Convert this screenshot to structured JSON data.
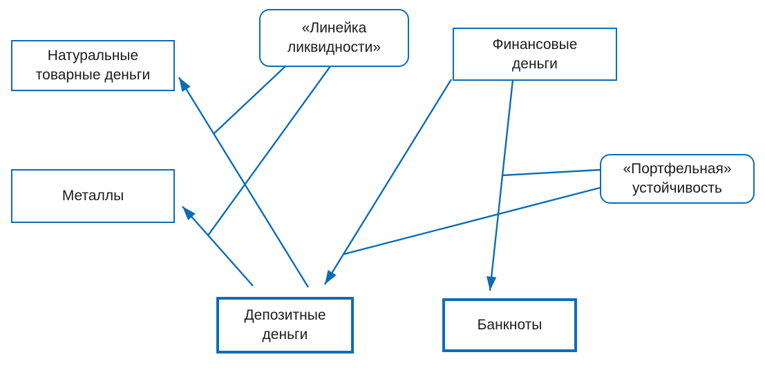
{
  "diagram": {
    "title": "",
    "nodes": {
      "natural": {
        "id": "natural-commodity-money",
        "label": "Натуральные\nтоварные деньги",
        "shape": "rectangle",
        "border": "thin"
      },
      "metals": {
        "id": "metals",
        "label": "Металлы",
        "shape": "rectangle",
        "border": "thin"
      },
      "liquidity": {
        "id": "liquidity-line",
        "label": "«Линейка\nликвидности»",
        "shape": "rounded",
        "border": "thin"
      },
      "financial": {
        "id": "financial-money",
        "label": "Финансовые\nденьги",
        "shape": "rectangle",
        "border": "thin"
      },
      "portfolio": {
        "id": "portfolio-stability",
        "label": "«Портфельная»\nустойчивость",
        "shape": "rounded",
        "border": "thin"
      },
      "deposit": {
        "id": "deposit-money",
        "label": "Депозитные\nденьги",
        "shape": "rectangle",
        "border": "thick"
      },
      "banknotes": {
        "id": "banknotes",
        "label": "Банкноты",
        "shape": "rectangle",
        "border": "thick"
      }
    },
    "edges": [
      {
        "id": "deposit-to-natural",
        "from": "deposit",
        "to": "natural",
        "arrowhead": true
      },
      {
        "id": "liquidity-left-join",
        "from": "liquidity",
        "to": "edge deposit-to-natural",
        "arrowhead": false
      },
      {
        "id": "deposit-to-metals",
        "from": "deposit",
        "to": "metals",
        "arrowhead": true
      },
      {
        "id": "liquidity-right-join",
        "from": "liquidity",
        "to": "edge deposit-to-metals",
        "arrowhead": false
      },
      {
        "id": "financial-to-deposit",
        "from": "financial",
        "to": "deposit",
        "arrowhead": true
      },
      {
        "id": "portfolio-lower-join",
        "from": "portfolio",
        "to": "edge financial-to-deposit",
        "arrowhead": false
      },
      {
        "id": "financial-to-banknotes",
        "from": "financial",
        "to": "banknotes",
        "arrowhead": true
      },
      {
        "id": "portfolio-upper-join",
        "from": "portfolio",
        "to": "edge financial-to-banknotes",
        "arrowhead": false
      }
    ],
    "colors": {
      "line": "#0d6cb5",
      "text": "#1c1c1c",
      "background": "#ffffff"
    }
  }
}
